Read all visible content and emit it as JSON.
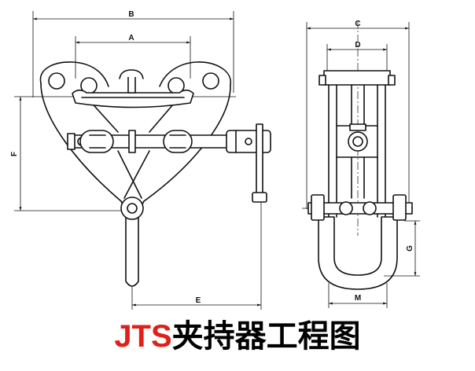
{
  "title": {
    "prefix": "JTS",
    "text": "夹持器工程图",
    "prefix_color": "#e0201a",
    "text_color": "#000000"
  },
  "front_view": {
    "labels": {
      "B": "B",
      "A": "A",
      "F": "F",
      "E": "E"
    }
  },
  "side_view": {
    "labels": {
      "C": "C",
      "D": "D",
      "G": "G",
      "M": "M"
    }
  }
}
